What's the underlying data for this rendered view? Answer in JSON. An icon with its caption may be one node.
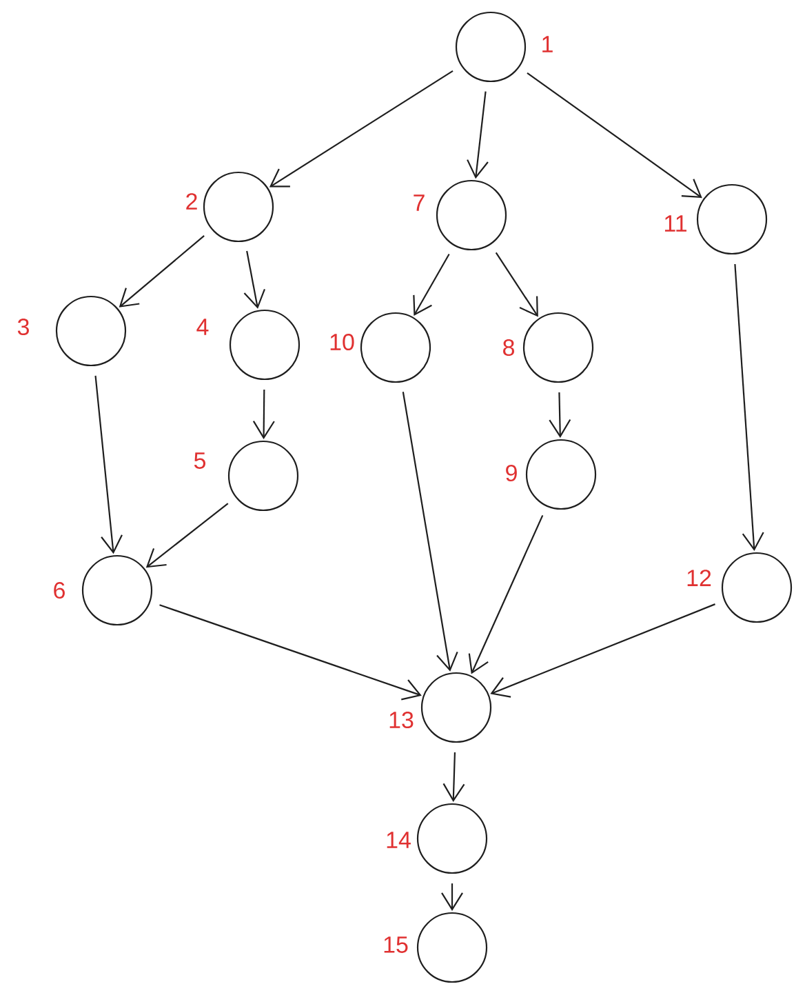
{
  "diagram": {
    "nodes": [
      {
        "text": [],
        "shape": "circle",
        "beside": [
          "1"
        ]
      },
      {
        "text": [],
        "shape": "circle",
        "beside": [
          "2"
        ]
      },
      {
        "text": [],
        "shape": "circle",
        "beside": [
          "7"
        ]
      },
      {
        "text": [],
        "shape": "circle",
        "beside": [
          "11"
        ]
      },
      {
        "text": [],
        "shape": "circle",
        "beside": [
          "3"
        ]
      },
      {
        "text": [],
        "shape": "circle",
        "beside": [
          "4"
        ]
      },
      {
        "text": [],
        "shape": "circle",
        "beside": [
          "10"
        ]
      },
      {
        "text": [],
        "shape": "circle",
        "beside": [
          "8"
        ]
      },
      {
        "text": [],
        "shape": "circle",
        "beside": [
          "5"
        ]
      },
      {
        "text": [],
        "shape": "circle",
        "beside": [
          "9"
        ]
      },
      {
        "text": [],
        "shape": "circle",
        "beside": [
          "6"
        ]
      },
      {
        "text": [],
        "shape": "circle",
        "beside": [
          "12"
        ]
      },
      {
        "text": [],
        "shape": "circle",
        "beside": [
          "13"
        ]
      },
      {
        "text": [],
        "shape": "circle",
        "beside": [
          "14"
        ]
      },
      {
        "text": [],
        "shape": "circle",
        "beside": [
          "15"
        ]
      }
    ],
    "edges": [
      {
        "from": 0,
        "to": 1,
        "arrow": "to"
      },
      {
        "from": 0,
        "to": 2,
        "arrow": "to"
      },
      {
        "from": 0,
        "to": 3,
        "arrow": "to"
      },
      {
        "from": 1,
        "to": 4,
        "arrow": "to"
      },
      {
        "from": 1,
        "to": 5,
        "arrow": "to"
      },
      {
        "from": 2,
        "to": 6,
        "arrow": "to"
      },
      {
        "from": 2,
        "to": 7,
        "arrow": "to"
      },
      {
        "from": 3,
        "to": 11,
        "arrow": "to"
      },
      {
        "from": 4,
        "to": 10,
        "arrow": "to"
      },
      {
        "from": 5,
        "to": 8,
        "arrow": "to"
      },
      {
        "from": 7,
        "to": 9,
        "arrow": "to"
      },
      {
        "from": 8,
        "to": 10,
        "arrow": "to"
      },
      {
        "from": 6,
        "to": 12,
        "arrow": "to"
      },
      {
        "from": 9,
        "to": 12,
        "arrow": "to"
      },
      {
        "from": 10,
        "to": 12,
        "arrow": "to"
      },
      {
        "from": 11,
        "to": 12,
        "arrow": "to"
      },
      {
        "from": 12,
        "to": 13,
        "arrow": "to"
      },
      {
        "from": 13,
        "to": 14,
        "arrow": "to"
      }
    ]
  }
}
